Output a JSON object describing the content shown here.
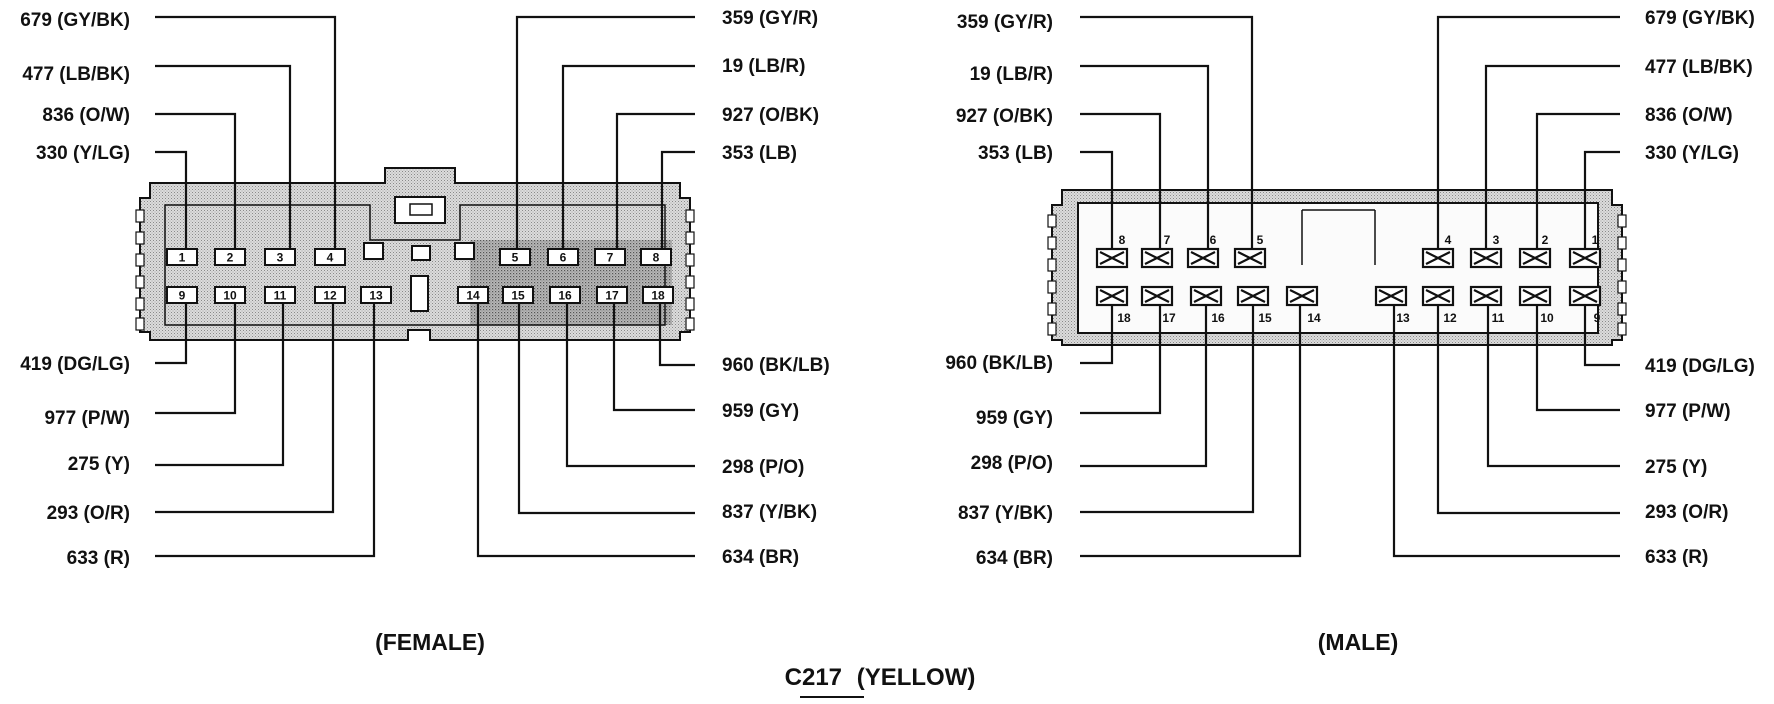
{
  "female": {
    "view_label": "(FEMALE)",
    "pins": [
      {
        "pin": "1",
        "label": "330 (Y/LG)"
      },
      {
        "pin": "2",
        "label": "836 (O/W)"
      },
      {
        "pin": "3",
        "label": "477 (LB/BK)"
      },
      {
        "pin": "4",
        "label": "679 (GY/BK)"
      },
      {
        "pin": "5",
        "label": "359 (GY/R)"
      },
      {
        "pin": "6",
        "label": "19 (LB/R)"
      },
      {
        "pin": "7",
        "label": "927 (O/BK)"
      },
      {
        "pin": "8",
        "label": "353 (LB)"
      },
      {
        "pin": "9",
        "label": "419 (DG/LG)"
      },
      {
        "pin": "10",
        "label": "977  (P/W)"
      },
      {
        "pin": "11",
        "label": "275 (Y)"
      },
      {
        "pin": "12",
        "label": "293 (O/R)"
      },
      {
        "pin": "13",
        "label": "633 (R)"
      },
      {
        "pin": "14",
        "label": "634 (BR)"
      },
      {
        "pin": "15",
        "label": "837 (Y/BK)"
      },
      {
        "pin": "16",
        "label": "298 (P/O)"
      },
      {
        "pin": "17",
        "label": "959 (GY)"
      },
      {
        "pin": "18",
        "label": "960 (BK/LB)"
      }
    ]
  },
  "male": {
    "view_label": "(MALE)",
    "pins": [
      {
        "pin": "1",
        "label": "330 (Y/LG)"
      },
      {
        "pin": "2",
        "label": "836 (O/W)"
      },
      {
        "pin": "3",
        "label": "477 (LB/BK)"
      },
      {
        "pin": "4",
        "label": "679 (GY/BK)"
      },
      {
        "pin": "5",
        "label": "359 (GY/R)"
      },
      {
        "pin": "6",
        "label": "19 (LB/R)"
      },
      {
        "pin": "7",
        "label": "927 (O/BK)"
      },
      {
        "pin": "8",
        "label": "353 (LB)"
      },
      {
        "pin": "9",
        "label": "419 (DG/LG)"
      },
      {
        "pin": "10",
        "label": "977 (P/W)"
      },
      {
        "pin": "11",
        "label": "275 (Y)"
      },
      {
        "pin": "12",
        "label": "293 (O/R)"
      },
      {
        "pin": "13",
        "label": "633 (R)"
      },
      {
        "pin": "14",
        "label": "634 (BR)"
      },
      {
        "pin": "15",
        "label": "837 (Y/BK)"
      },
      {
        "pin": "16",
        "label": "298 (P/O)"
      },
      {
        "pin": "17",
        "label": "959 (GY)"
      },
      {
        "pin": "18",
        "label": "960 (BK/LB)"
      }
    ]
  },
  "title": {
    "connector": "C217",
    "color": "(YELLOW)"
  },
  "colors": {
    "line": "#111111",
    "housing_fill": "#d2d2d2",
    "background": "#ffffff"
  }
}
